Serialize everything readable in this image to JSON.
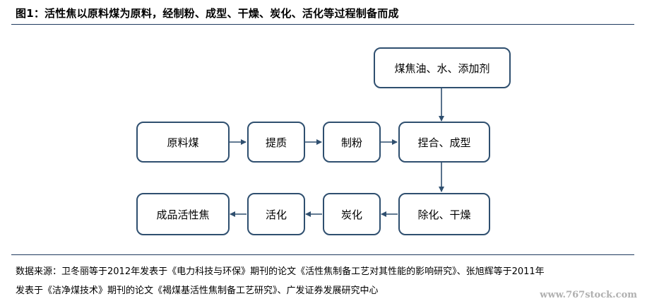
{
  "title": "图1：活性焦以原料煤为原料，经制粉、成型、干燥、炭化、活化等过程制备而成",
  "nodes": {
    "additives": "煤焦油、水、添加剂",
    "raw_coal": "原料煤",
    "upgrade": "提质",
    "milling": "制粉",
    "kneading": "捏合、成型",
    "dehydrate": "除化、干燥",
    "carbonize": "炭化",
    "activate": "活化",
    "product": "成品活性焦"
  },
  "source": {
    "line1": "数据来源：卫冬丽等于2012年发表于《电力科技与环保》期刊的论文《活性焦制备工艺对其性能的影响研究》、张旭辉等于2011年",
    "line2": "发表于《洁净煤技术》期刊的论文《褐煤基活性焦制备工艺研究》、广发证券发展研究中心"
  },
  "watermark": "www.767stock.com"
}
